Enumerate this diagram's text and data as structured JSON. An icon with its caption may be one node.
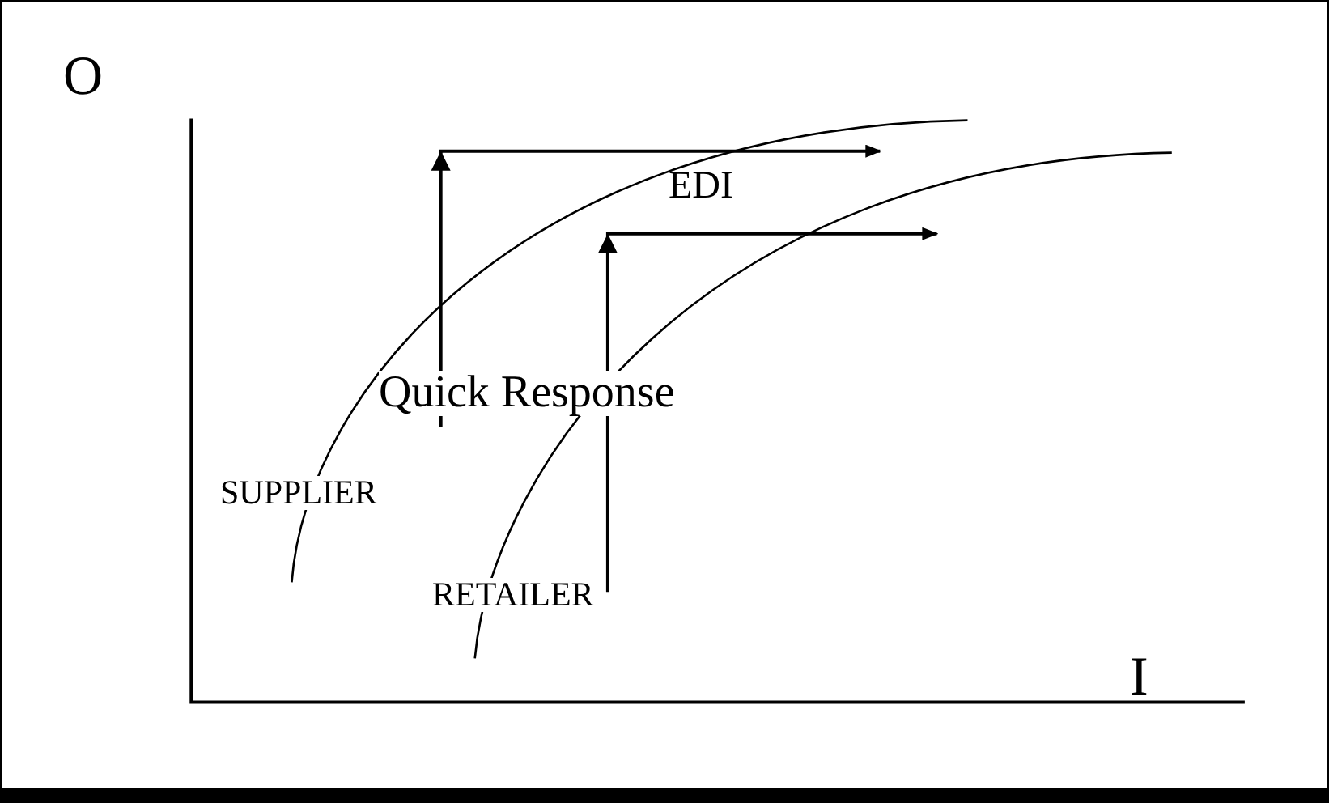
{
  "diagram": {
    "labels": [
      "O",
      "EDI",
      "Quick Response",
      "SUPPLIER",
      "RETAILER",
      "I"
    ]
  }
}
